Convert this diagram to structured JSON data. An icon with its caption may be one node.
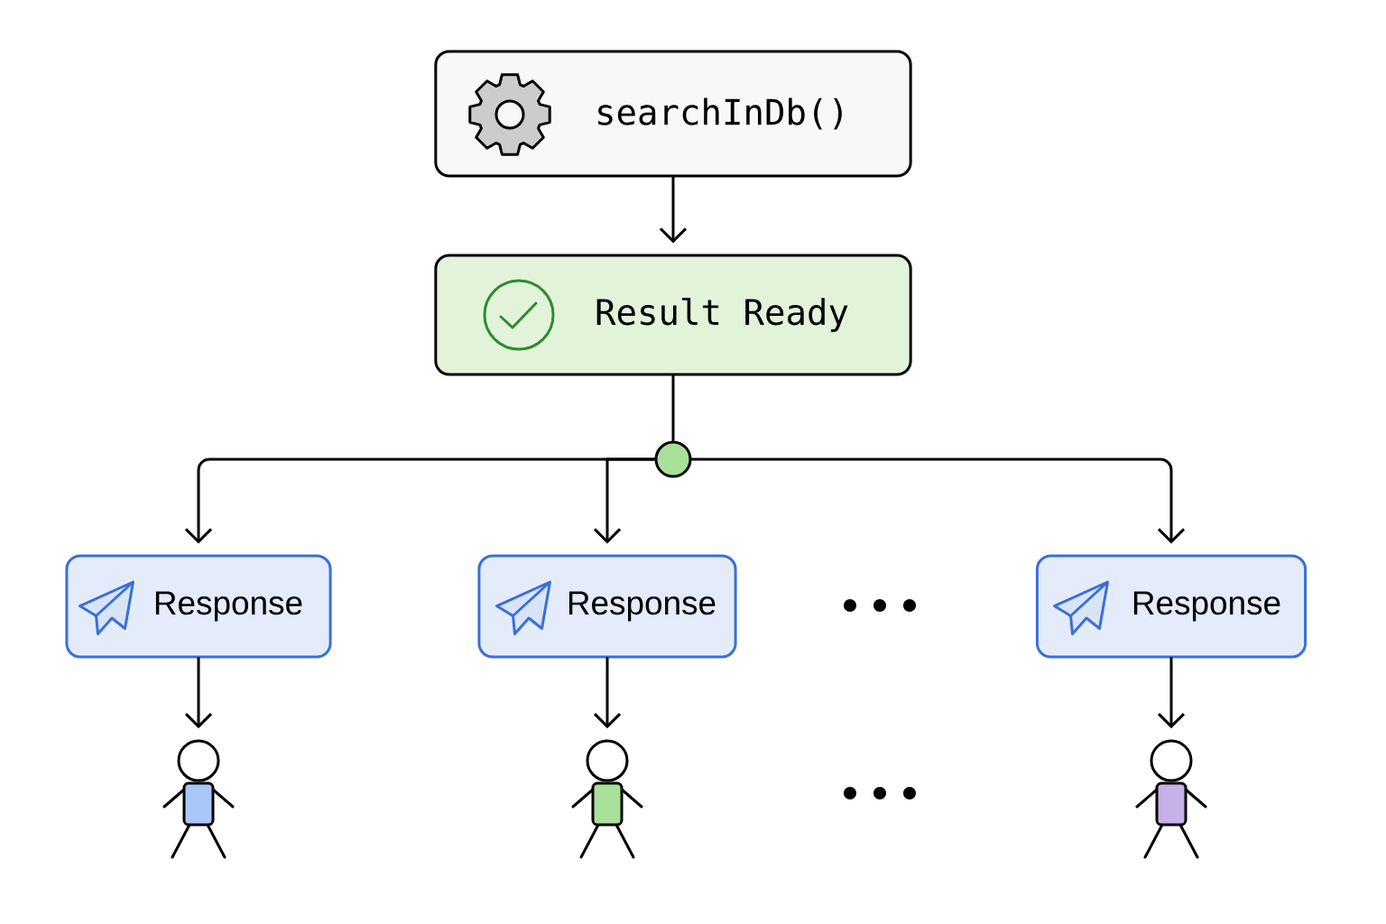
{
  "diagram": {
    "nodes": [
      {
        "text": [
          "searchInDb()"
        ]
      },
      {
        "text": [
          "Result Ready"
        ]
      },
      {
        "text": [],
        "shape": "circle"
      },
      {
        "text": [
          "Response"
        ]
      },
      {
        "text": [
          "Response"
        ]
      },
      {
        "text": [
          "Response"
        ]
      },
      {
        "text": [],
        "shape": "person"
      },
      {
        "text": [],
        "shape": "person"
      },
      {
        "text": [],
        "shape": "person"
      }
    ],
    "edges": [
      {
        "from": 0,
        "to": 1,
        "arrow": "to"
      },
      {
        "from": 1,
        "to": 2,
        "arrow": "none"
      },
      {
        "from": 2,
        "to": 3,
        "arrow": "to"
      },
      {
        "from": 2,
        "to": 4,
        "arrow": "to"
      },
      {
        "from": 2,
        "to": 5,
        "arrow": "to"
      },
      {
        "from": 3,
        "to": 6,
        "arrow": "to"
      },
      {
        "from": 4,
        "to": 7,
        "arrow": "to"
      },
      {
        "from": 5,
        "to": 8,
        "arrow": "to"
      }
    ]
  }
}
